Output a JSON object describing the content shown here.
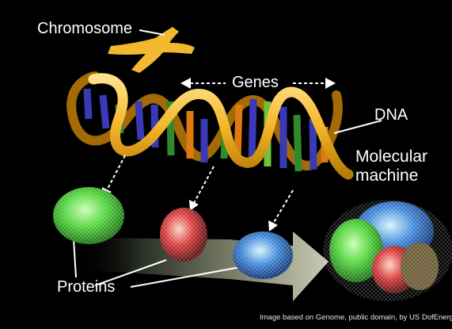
{
  "labels": {
    "chromosome": "Chromosome",
    "genes": "Genes",
    "dna": "DNA",
    "molecular_machine_line1": "Molecular",
    "molecular_machine_line2": "machine",
    "proteins": "Proteins"
  },
  "credit": "Image based on Genome, public domain, by US DofEnergy",
  "colors": {
    "background": "#000000",
    "dna_ribbon": "#f4b62a",
    "chromosome": "#f2b830",
    "label_text": "#ffffff"
  }
}
